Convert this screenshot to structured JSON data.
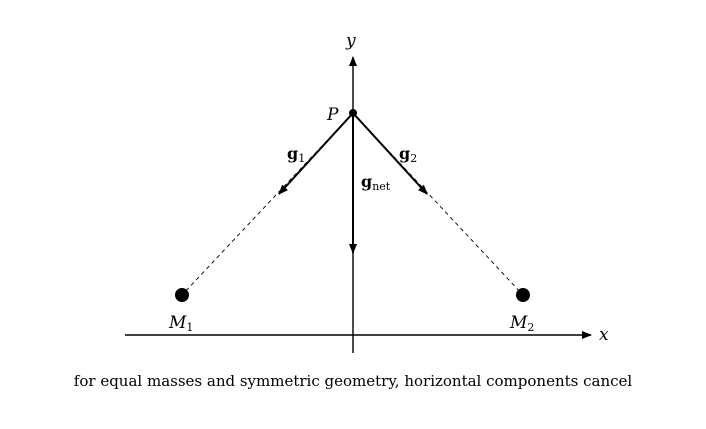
{
  "axes": {
    "x_label": "x",
    "y_label": "y"
  },
  "point": {
    "label": "P"
  },
  "masses": [
    {
      "label_main": "M",
      "label_sub": "1"
    },
    {
      "label_main": "M",
      "label_sub": "2"
    }
  ],
  "vectors": {
    "g1": {
      "main": "g",
      "sub": "1"
    },
    "g2": {
      "main": "g",
      "sub": "2"
    },
    "gnet": {
      "main": "g",
      "sub": "net"
    }
  },
  "caption": "for equal masses and symmetric geometry, horizontal components cancel",
  "colors": {
    "ink": "#000000",
    "background": "#ffffff"
  }
}
